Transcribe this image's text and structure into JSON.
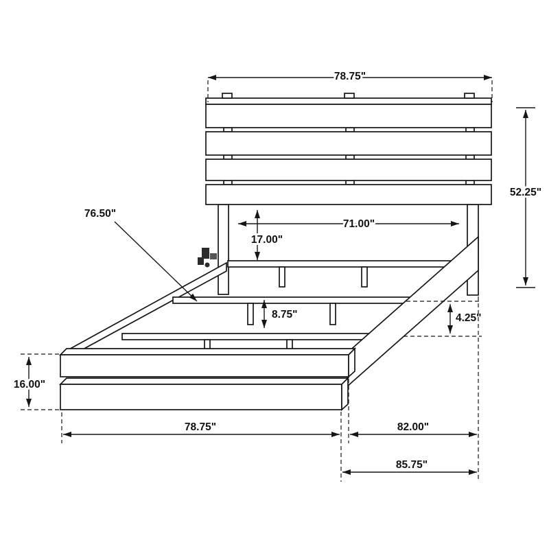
{
  "diagram": {
    "type": "furniture-dimension-drawing",
    "subject": "Plank bed frame with slat supports, headboard and footboard",
    "background": "#ffffff",
    "line_color": "#161616",
    "dimensions": {
      "headboard_width": "78.75\"",
      "overall_height": "52.25\"",
      "rail_length": "76.50\"",
      "inner_width": "71.00\"",
      "headboard_to_rail": "17.00\"",
      "slat_drop": "8.75\"",
      "rail_board_height": "4.25\"",
      "footboard_height": "16.00\"",
      "footboard_width": "78.75\"",
      "frame_length": "82.00\"",
      "overall_length": "85.75\""
    }
  }
}
